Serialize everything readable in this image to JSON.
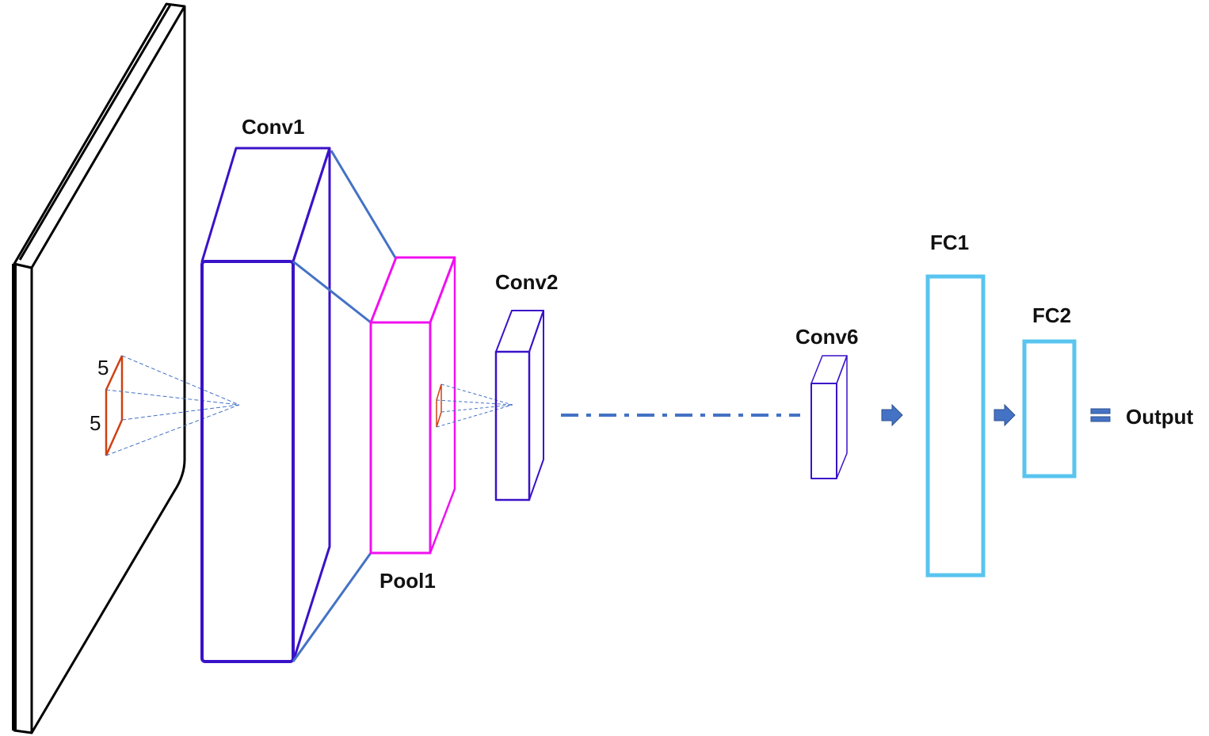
{
  "diagram": {
    "labels": {
      "conv1": "Conv1",
      "pool1": "Pool1",
      "conv2": "Conv2",
      "conv6": "Conv6",
      "fc1": "FC1",
      "fc2": "FC2",
      "output": "Output"
    },
    "kernel": {
      "width": "5",
      "height": "5"
    },
    "colors": {
      "input": "#000000",
      "conv": "#3a12c8",
      "pool": "#f010f0",
      "fc": "#59c4ef",
      "connector": "#4472c4",
      "kernel": "#d04010",
      "arrow": "#4472c4"
    }
  }
}
